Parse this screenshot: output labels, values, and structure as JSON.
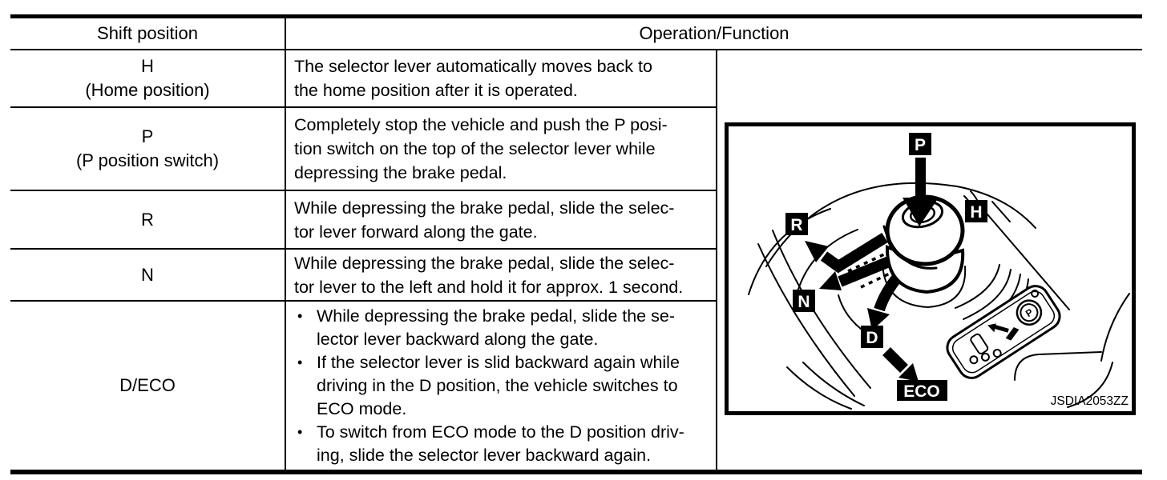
{
  "table": {
    "headers": {
      "shift_position": "Shift position",
      "operation": "Operation/Function"
    },
    "rows": [
      {
        "position_lines": [
          "H",
          "(Home position)"
        ],
        "operation_lines": [
          "The selector lever automatically moves back to",
          "the home position after it is operated."
        ]
      },
      {
        "position_lines": [
          "P",
          "(P position switch)"
        ],
        "operation_lines": [
          "Completely stop the vehicle and push the P posi-",
          "tion switch on the top of the selector lever while",
          "depressing the brake pedal."
        ]
      },
      {
        "position_lines": [
          "R"
        ],
        "operation_lines": [
          "While depressing the brake pedal, slide the selec-",
          "tor lever forward along the gate."
        ]
      },
      {
        "position_lines": [
          "N"
        ],
        "operation_lines": [
          "While depressing the brake pedal, slide the selec-",
          "tor lever to the left and hold it for approx. 1 second."
        ]
      },
      {
        "position_lines": [
          "D/ECO"
        ],
        "bullets": [
          [
            "While depressing the brake pedal, slide the se-",
            "lector lever backward along the gate."
          ],
          [
            "If the selector lever is slid backward again while",
            "driving in the D position, the vehicle switches to",
            "ECO mode."
          ],
          [
            "To switch from ECO mode to the D position driv-",
            "ing, slide the selector lever backward again."
          ]
        ]
      }
    ]
  },
  "figure": {
    "labels": {
      "p": "P",
      "h": "H",
      "r": "R",
      "n": "N",
      "d": "D",
      "eco": "ECO",
      "knob_button": "P",
      "panel_button": "P"
    },
    "code": "JSDIA2053ZZ",
    "colors": {
      "ink": "#000000",
      "paper": "#ffffff",
      "label_bg": "#000000",
      "label_fg": "#ffffff"
    }
  }
}
